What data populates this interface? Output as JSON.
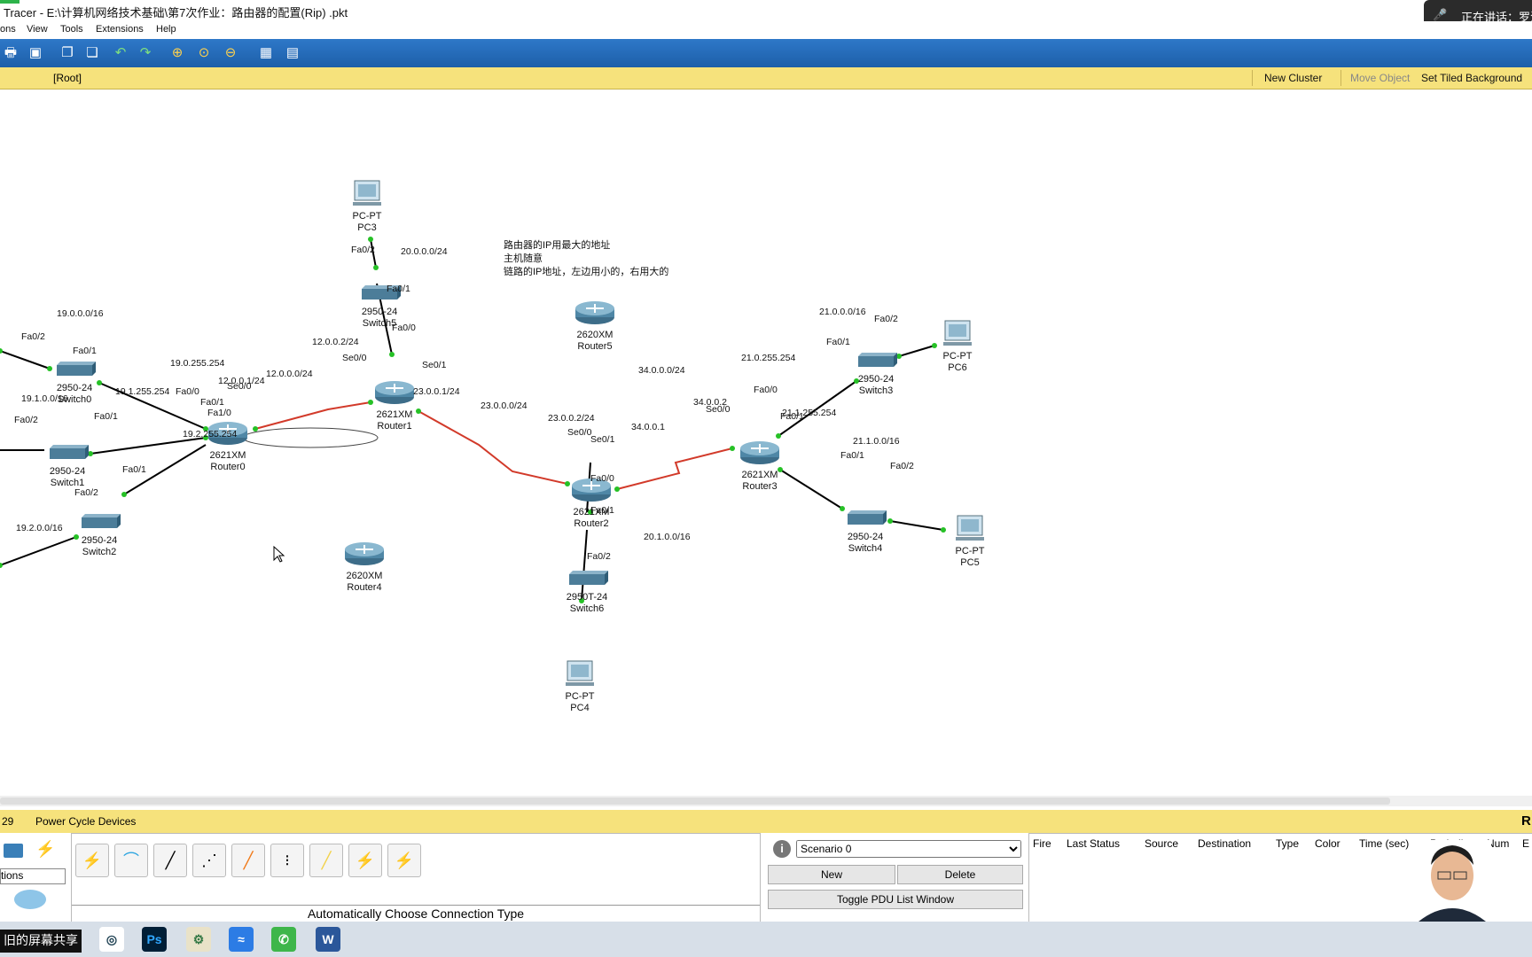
{
  "window": {
    "title": "Tracer - E:\\计算机网络技术基础\\第7次作业：路由器的配置(Rip) .pkt",
    "speaker": "正在讲话：罗浩"
  },
  "menu": [
    "ons",
    "View",
    "Tools",
    "Extensions",
    "Help"
  ],
  "logical": {
    "root": "[Root]",
    "new_cluster": "New Cluster",
    "move_object": "Move Object",
    "tiled_bg": "Set Tiled Background"
  },
  "note": [
    "路由器的IP用最大的地址",
    "主机随意",
    "链路的IP地址，左边用小的，右用大的"
  ],
  "devices": [
    {
      "id": "pc3",
      "l1": "PC-PT",
      "l2": "PC3"
    },
    {
      "id": "switch5",
      "l1": "2950-24",
      "l2": "Switch5"
    },
    {
      "id": "router1",
      "l1": "2621XM",
      "l2": "Router1"
    },
    {
      "id": "router5",
      "l1": "2620XM",
      "l2": "Router5"
    },
    {
      "id": "switch0",
      "l1": "2950-24",
      "l2": "Switch0"
    },
    {
      "id": "switch1",
      "l1": "2950-24",
      "l2": "Switch1"
    },
    {
      "id": "switch2",
      "l1": "2950-24",
      "l2": "Switch2"
    },
    {
      "id": "router0",
      "l1": "2621XM",
      "l2": "Router0"
    },
    {
      "id": "router4",
      "l1": "2620XM",
      "l2": "Router4"
    },
    {
      "id": "router2",
      "l1": "2621XM",
      "l2": "Router2"
    },
    {
      "id": "switch6",
      "l1": "2950T-24",
      "l2": "Switch6"
    },
    {
      "id": "pc4",
      "l1": "PC-PT",
      "l2": "PC4"
    },
    {
      "id": "router3",
      "l1": "2621XM",
      "l2": "Router3"
    },
    {
      "id": "switch3",
      "l1": "2950-24",
      "l2": "Switch3"
    },
    {
      "id": "switch4",
      "l1": "2950-24",
      "l2": "Switch4"
    },
    {
      "id": "pc6",
      "l1": "PC-PT",
      "l2": "PC6"
    },
    {
      "id": "pc5",
      "l1": "PC-PT",
      "l2": "PC5"
    }
  ],
  "labels": [
    "20.0.0.0/24",
    "Fa0/2",
    "Fa0/1",
    "Fa0/0",
    "12.0.0.2/24",
    "Se0/0",
    "Se0/1",
    "12.0.0.0/24",
    "12.0.0.1/24",
    "Se0/0",
    "19.0.0.0/16",
    "Fa0/2",
    "Fa0/1",
    "19.0.255.254",
    "19.1.255.254",
    "Fa0/0",
    "19.1.0.0/16",
    "Fa0/2",
    "Fa0/1",
    "Fa0/1",
    "Fa1/0",
    "19.2.255.254",
    "Fa0/1",
    "Fa0/2",
    "19.2.0.0/16",
    "23.0.0.1/24",
    "23.0.0.0/24",
    "23.0.0.2/24",
    "Se0/0",
    "Se0/1",
    "Fa0/0",
    "Fa0/1",
    "Fa0/2",
    "20.1.0.0/16",
    "34.0.0.0/24",
    "34.0.0.1",
    "34.0.0.2",
    "Se0/0",
    "Fa0/0",
    "Fa0/1",
    "21.1.255.254",
    "21.0.255.254",
    "Fa0/1",
    "Fa0/2",
    "21.0.0.0/16",
    "21.1.0.0/16",
    "Fa0/1",
    "Fa0/2"
  ],
  "status": {
    "count": "29",
    "power": "Power Cycle Devices",
    "right": "R"
  },
  "connections": {
    "auto_type": "Automatically Choose Connection Type",
    "search": "tions"
  },
  "scenario": {
    "selected": "Scenario 0",
    "new": "New",
    "delete": "Delete",
    "toggle": "Toggle PDU List Window"
  },
  "pdu_cols": [
    "Fire",
    "Last Status",
    "Source",
    "Destination",
    "Type",
    "Color",
    "Time (sec)",
    "Periodic",
    "Num",
    "E"
  ],
  "taskbar": {
    "share": "旧的屏幕共享"
  }
}
